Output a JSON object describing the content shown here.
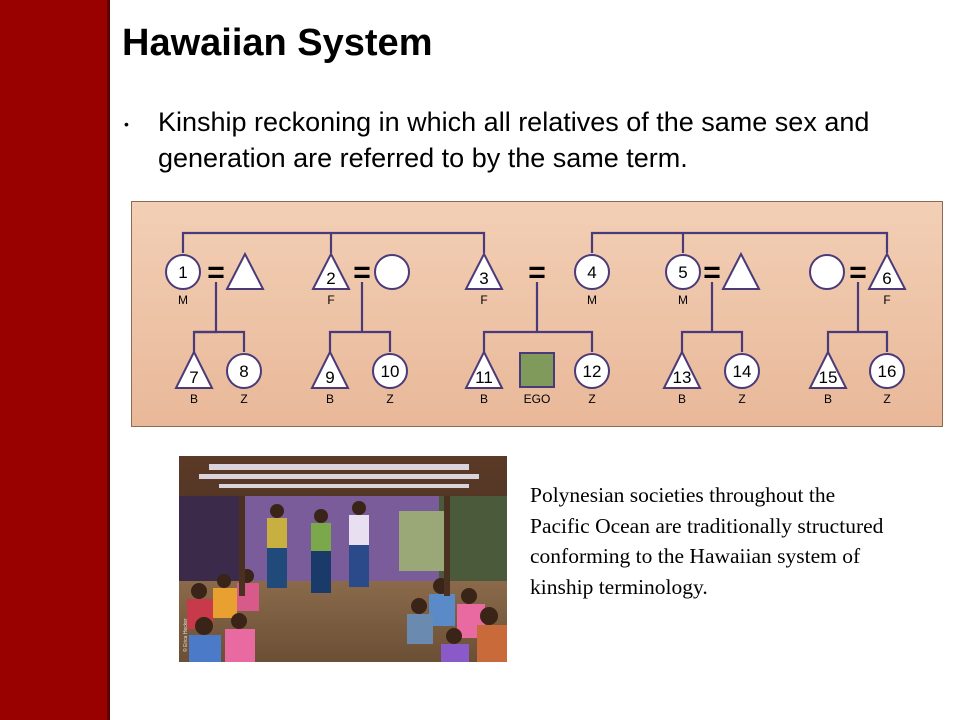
{
  "slide": {
    "title": "Hawaiian System",
    "bullet": "Kinship reckoning in which all relatives of the same sex and generation are referred to by the same term.",
    "caption": "Polynesian societies throughout the Pacific Ocean are traditionally structured conforming to the Hawaiian system of kinship terminology.",
    "photo_credit": "© Erica Hecker",
    "accent_color": "#990000",
    "ego_color": "#7f9a5a"
  },
  "diagram": {
    "equals": "=",
    "parents": [
      {
        "num": "1",
        "label": "M",
        "shape": "circle"
      },
      {
        "num": "2",
        "label": "F",
        "shape": "triangle"
      },
      {
        "num": "3",
        "label": "F",
        "shape": "triangle"
      },
      {
        "num": "4",
        "label": "M",
        "shape": "circle"
      },
      {
        "num": "5",
        "label": "M",
        "shape": "circle"
      },
      {
        "num": "6",
        "label": "F",
        "shape": "triangle"
      }
    ],
    "children": [
      {
        "num": "7",
        "label": "B",
        "shape": "triangle"
      },
      {
        "num": "8",
        "label": "Z",
        "shape": "circle"
      },
      {
        "num": "9",
        "label": "B",
        "shape": "triangle"
      },
      {
        "num": "10",
        "label": "Z",
        "shape": "circle"
      },
      {
        "num": "11",
        "label": "B",
        "shape": "triangle"
      },
      {
        "num": "",
        "label": "EGO",
        "shape": "square"
      },
      {
        "num": "12",
        "label": "Z",
        "shape": "circle"
      },
      {
        "num": "13",
        "label": "B",
        "shape": "triangle"
      },
      {
        "num": "14",
        "label": "Z",
        "shape": "circle"
      },
      {
        "num": "15",
        "label": "B",
        "shape": "triangle"
      },
      {
        "num": "16",
        "label": "Z",
        "shape": "circle"
      }
    ]
  }
}
